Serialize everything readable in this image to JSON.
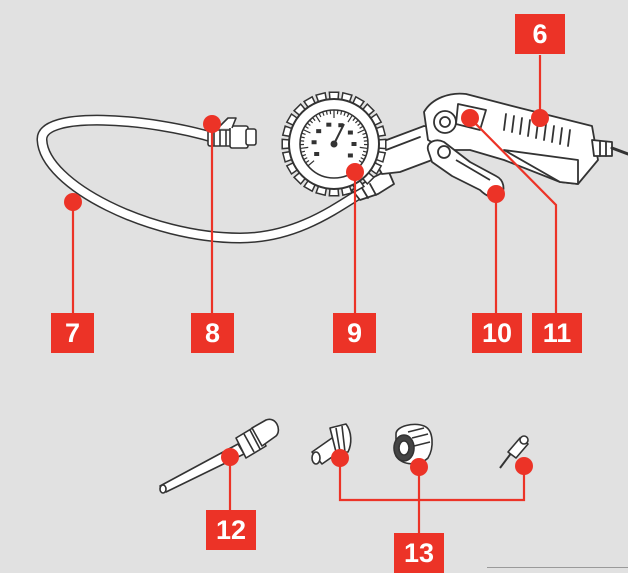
{
  "diagram": {
    "callouts": [
      {
        "id": "6",
        "label": "6"
      },
      {
        "id": "7",
        "label": "7"
      },
      {
        "id": "8",
        "label": "8"
      },
      {
        "id": "9",
        "label": "9"
      },
      {
        "id": "10",
        "label": "10"
      },
      {
        "id": "11",
        "label": "11"
      },
      {
        "id": "12",
        "label": "12"
      },
      {
        "id": "13",
        "label": "13"
      }
    ],
    "colors": {
      "background": "#e1e1e1",
      "accent": "#ec3327",
      "line_art": "#333333",
      "part_fill": "#ffffff"
    },
    "parts": [
      "hose",
      "hose-end-connector",
      "pressure-gauge",
      "trigger-lever",
      "inflator-body",
      "handle",
      "long-nozzle-adapter",
      "cone-adapter",
      "valve-adapter",
      "needle-adapter"
    ]
  }
}
